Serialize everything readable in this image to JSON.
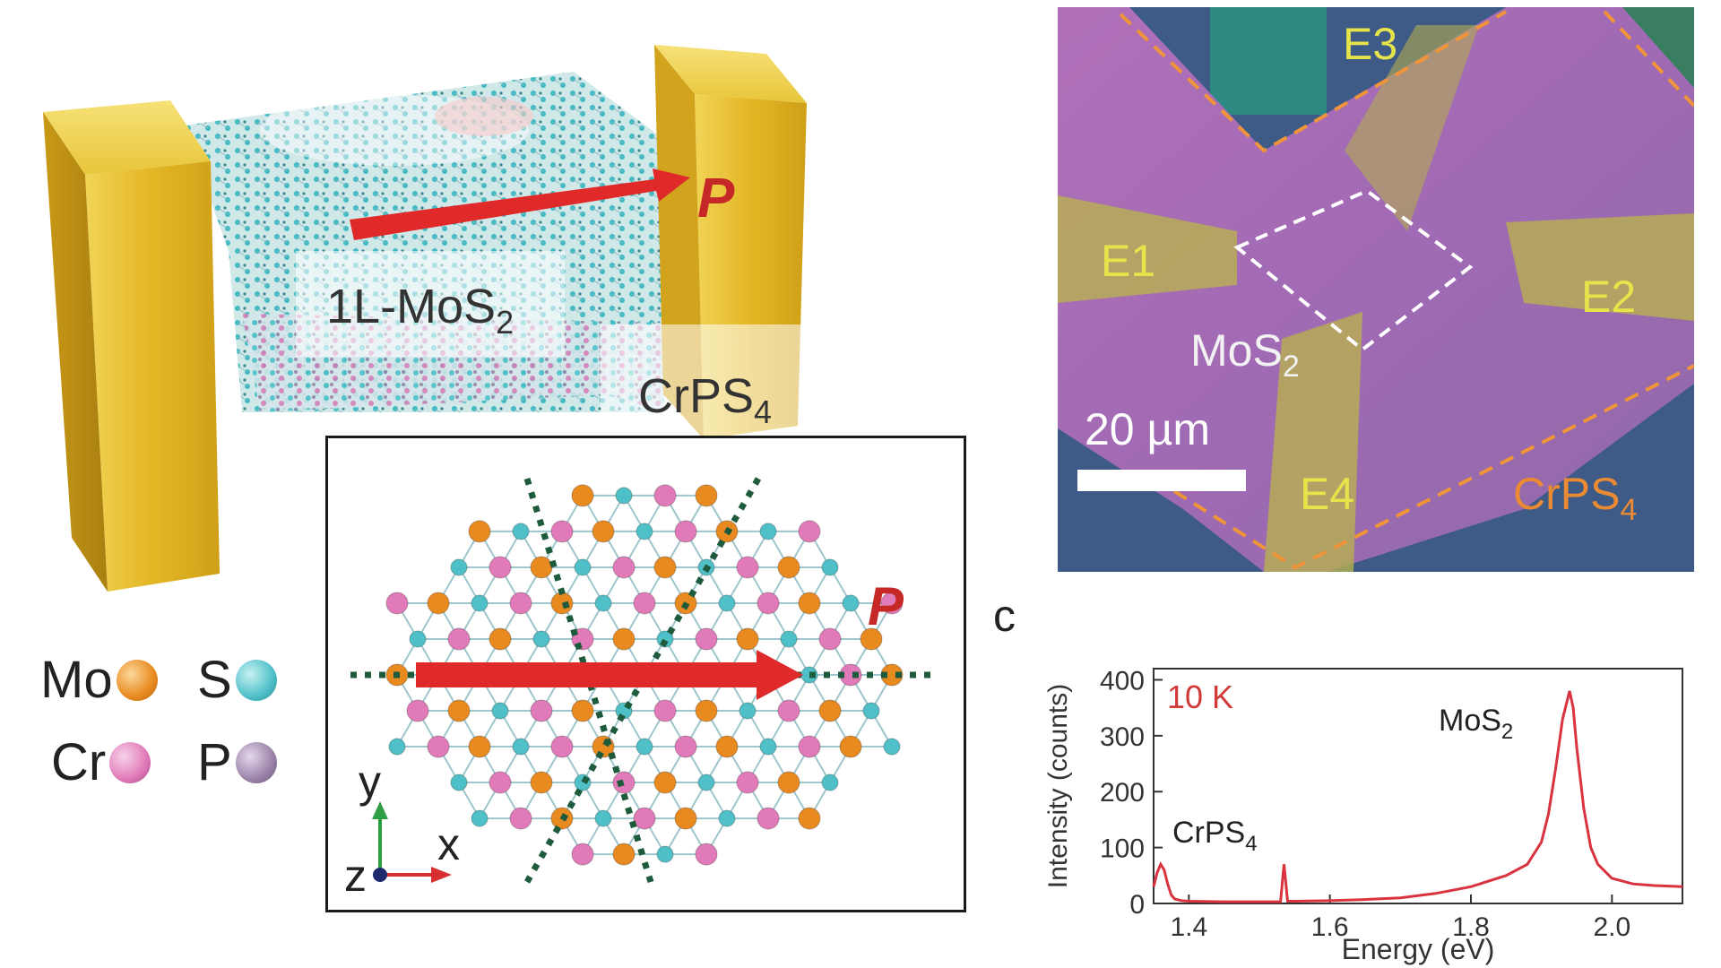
{
  "panel_a": {
    "layer_label": "1L-MoS",
    "layer_sub": "2",
    "substrate_label": "CrPS",
    "substrate_sub": "4",
    "polarization_label": "P"
  },
  "legend": {
    "items": [
      {
        "symbol": "Mo",
        "color": "#e88a20"
      },
      {
        "symbol": "S",
        "color": "#4fc0c8"
      },
      {
        "symbol": "Cr",
        "color": "#e07ab8"
      },
      {
        "symbol": "P",
        "color": "#9a82a8"
      }
    ]
  },
  "inset": {
    "polarization_label": "P",
    "axis_y": "y",
    "axis_x": "x",
    "axis_z": "z"
  },
  "panel_b": {
    "electrodes": [
      "E1",
      "E2",
      "E3",
      "E4"
    ],
    "flake_label": "MoS",
    "flake_sub": "2",
    "substrate_label": "CrPS",
    "substrate_sub": "4",
    "scale_bar": "20 µm"
  },
  "panel_c": {
    "letter": "c",
    "temperature": "10 K",
    "peak_mos2": "MoS",
    "peak_mos2_sub": "2",
    "peak_crps4": "CrPS",
    "peak_crps4_sub": "4"
  },
  "chart_data": {
    "type": "line",
    "xlabel": "Energy (eV)",
    "ylabel": "Intensity (counts)",
    "xlim": [
      1.35,
      2.1
    ],
    "ylim": [
      0,
      420
    ],
    "xticks": [
      "1.4",
      "1.6",
      "1.8",
      "2.0"
    ],
    "yticks": [
      "0",
      "100",
      "200",
      "300",
      "400"
    ],
    "series": [
      {
        "color": "#d8333f",
        "x": [
          1.35,
          1.355,
          1.36,
          1.365,
          1.37,
          1.375,
          1.38,
          1.39,
          1.4,
          1.45,
          1.5,
          1.53,
          1.535,
          1.54,
          1.55,
          1.6,
          1.65,
          1.7,
          1.75,
          1.8,
          1.85,
          1.88,
          1.9,
          1.91,
          1.92,
          1.93,
          1.94,
          1.945,
          1.95,
          1.96,
          1.97,
          1.98,
          2.0,
          2.03,
          2.06,
          2.1
        ],
        "y": [
          30,
          55,
          70,
          60,
          35,
          15,
          8,
          5,
          4,
          3,
          3,
          3,
          70,
          4,
          4,
          5,
          7,
          10,
          18,
          30,
          50,
          70,
          110,
          160,
          240,
          330,
          380,
          350,
          280,
          170,
          100,
          70,
          45,
          35,
          32,
          30
        ]
      }
    ]
  },
  "colors": {
    "electrode_gold": "#e8c22c",
    "arrow_red": "#e02a2a",
    "p_label": "#c62828",
    "electrode_label": "#e6e44a",
    "crps4_label": "#ea8a33",
    "dashed_orange": "#f0943a"
  }
}
